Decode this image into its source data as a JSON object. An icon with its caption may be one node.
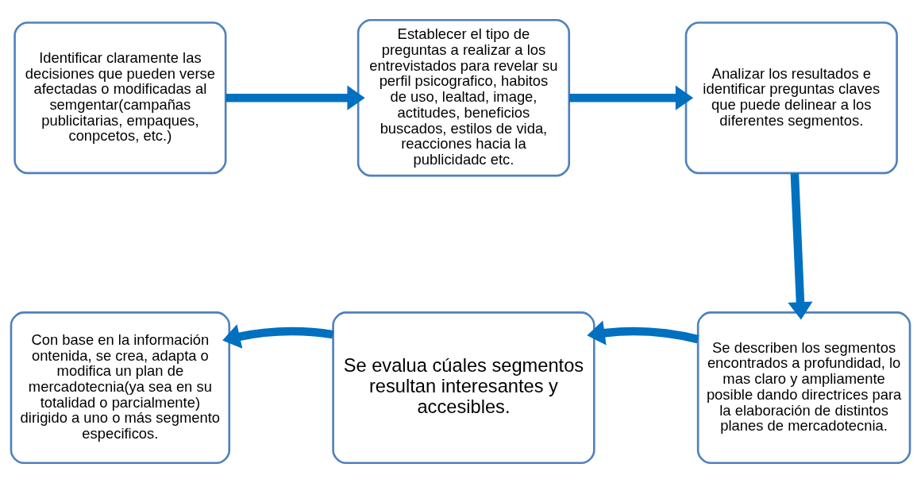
{
  "diagram": {
    "nodes": [
      {
        "text": [
          "Identificar claramente las decisiones que pueden verse afectadas o modificadas al semgentar(campañas publicitarias, empaques, conpcetos, etc.)"
        ]
      },
      {
        "text": [
          "Establecer el tipo de preguntas a realizar a los entrevistados para revelar su perfil psicografico, habitos de uso, lealtad, image, actitudes, beneficios buscados, estilos de vida, reacciones hacia la publicidadc etc."
        ]
      },
      {
        "text": [
          "Analizar los resultados e identificar preguntas claves que puede delinear a los diferentes segmentos."
        ]
      },
      {
        "text": [
          "Se describen los segmentos encontrados a profundidad, lo mas claro y ampliamente posible dando directrices para la elaboración de distintos planes de mercadotecnia."
        ]
      },
      {
        "text": [
          "Se evalua cúales segmentos resultan interesantes y accesibles."
        ]
      },
      {
        "text": [
          "Con base en la información ontenida, se crea, adapta o modifica un plan de mercadotecnia(ya sea en su totalidad o parcialmente) dirigido a uno o más segmento especificos."
        ]
      }
    ],
    "edges": [
      {
        "from": 0,
        "to": 1,
        "arrow": "to"
      },
      {
        "from": 1,
        "to": 2,
        "arrow": "to"
      },
      {
        "from": 2,
        "to": 3,
        "arrow": "to"
      },
      {
        "from": 3,
        "to": 4,
        "arrow": "to"
      },
      {
        "from": 4,
        "to": 5,
        "arrow": "to"
      }
    ]
  }
}
